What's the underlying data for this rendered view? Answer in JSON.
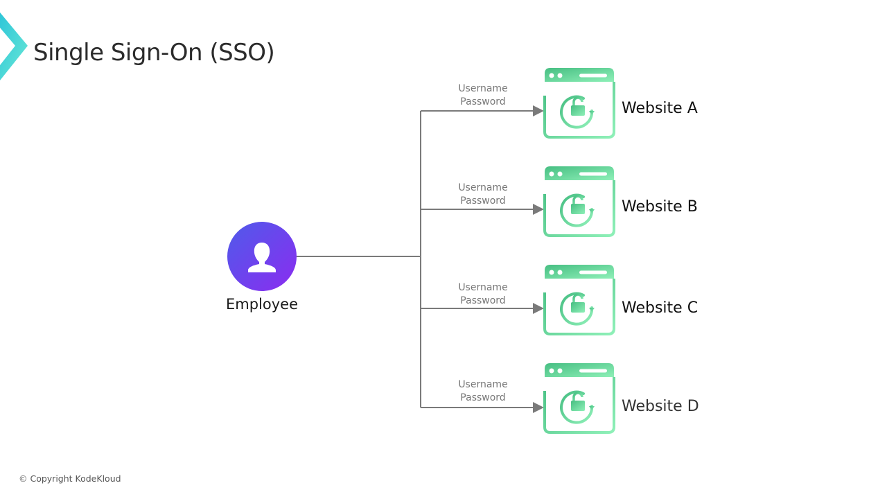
{
  "header": {
    "title": "Single Sign-On (SSO)",
    "logo_icon": "chevron-right-logo"
  },
  "diagram": {
    "user": {
      "label": "Employee",
      "icon": "user-icon",
      "gradient": [
        "#4f5bea",
        "#8b2cf0"
      ]
    },
    "connection_label_line1": "Username",
    "connection_label_line2": "Password",
    "websites": [
      {
        "label": "Website A",
        "icon": "browser-unlock-icon"
      },
      {
        "label": "Website B",
        "icon": "browser-unlock-icon"
      },
      {
        "label": "Website C",
        "icon": "browser-unlock-icon"
      },
      {
        "label": "Website D",
        "icon": "browser-unlock-icon"
      }
    ],
    "colors": {
      "website_icon_dark": "#46be82",
      "website_icon_light": "#8ff0b8",
      "connector": "#7a7a7a",
      "logo": [
        "#2ec6d8",
        "#6ae8d6"
      ]
    }
  },
  "footer": {
    "copyright": "© Copyright KodeKloud"
  }
}
